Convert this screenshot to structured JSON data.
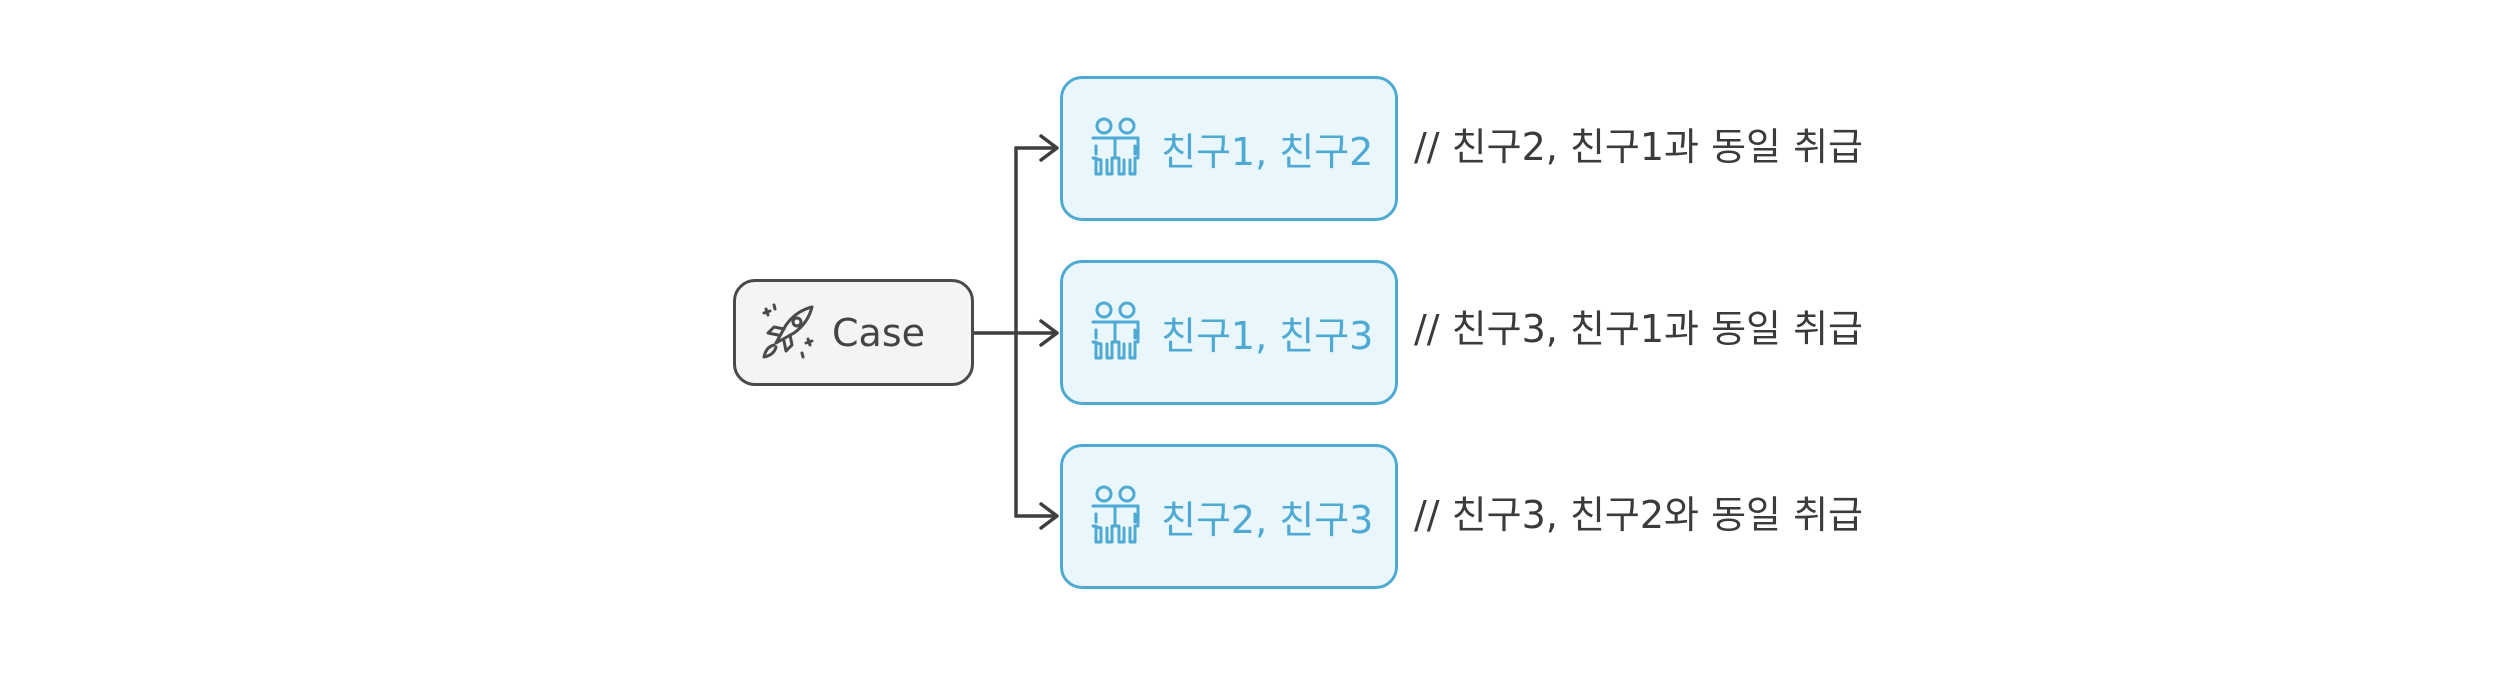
{
  "diagram": {
    "root": {
      "label": "Case",
      "icon": "rocket-icon"
    },
    "branches": [
      {
        "label": "친구1, 친구2",
        "icon": "people-icon",
        "note": "// 친구2, 친구1과 동일 취급"
      },
      {
        "label": "친구1, 친구3",
        "icon": "people-icon",
        "note": "// 친구3, 친구1과 동일 취급"
      },
      {
        "label": "친구2, 친구3",
        "icon": "people-icon",
        "note": "// 친구3, 친구2와 동일 취급"
      }
    ],
    "colors": {
      "root_border": "#4a4a4a",
      "root_fill": "#f4f4f4",
      "branch_border": "#4eaad2",
      "branch_fill": "#e9f6fb",
      "branch_text": "#4eaad2",
      "connector": "#3f3f3f",
      "note_text": "#3b3b3b"
    }
  }
}
